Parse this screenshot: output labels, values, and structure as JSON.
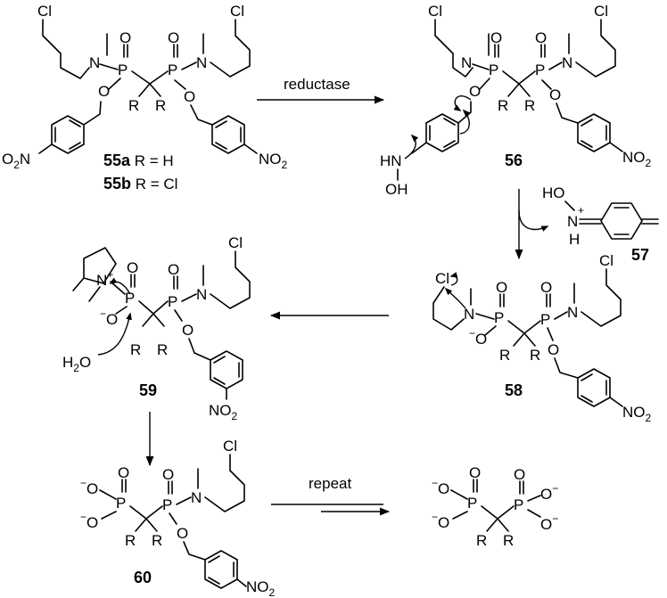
{
  "atoms": {
    "Cl": "Cl",
    "N": "N",
    "O": "O",
    "P": "P",
    "R": "R",
    "H": "H",
    "HN": "HN",
    "OH": "OH",
    "HO": "HO",
    "O2N_main": "O",
    "O2N_prefix": "O",
    "NO2_N": "NO",
    "two": "2",
    "plus": "+",
    "minus": "−",
    "H2O_H": "H",
    "H2O_O": "O"
  },
  "compounds": {
    "c55a_num": "55a",
    "c55a_rest": " R = H",
    "c55b_num": "55b",
    "c55b_rest": " R = Cl",
    "c56": "56",
    "c57": "57",
    "c58": "58",
    "c59": "59",
    "c60": "60"
  },
  "arrows": {
    "reductase": "reductase",
    "repeat": "repeat"
  },
  "colors": {
    "ink": "#000000",
    "background": "#ffffff"
  }
}
